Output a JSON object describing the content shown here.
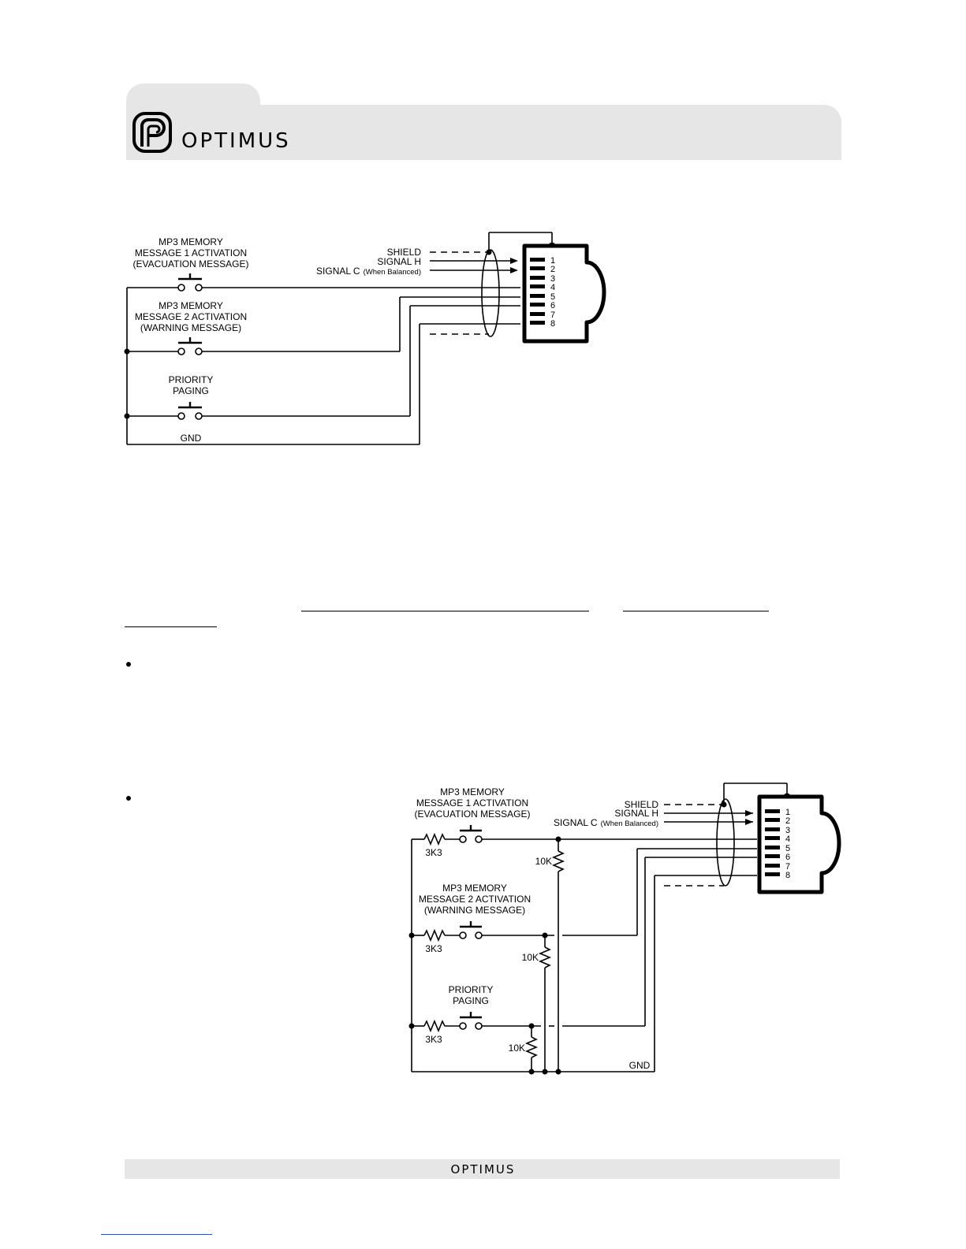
{
  "header": {
    "brand": "OPTIMUS",
    "logo_icon": "optimus-logo-icon"
  },
  "footer": {
    "brand": "OPTIMUS"
  },
  "diagram1": {
    "buttons": [
      {
        "label_lines": [
          "MP3 MEMORY",
          "MESSAGE 1 ACTIVATION",
          "(EVACUATION MESSAGE)"
        ]
      },
      {
        "label_lines": [
          "MP3 MEMORY",
          "MESSAGE 2 ACTIVATION",
          "(WARNING MESSAGE)"
        ]
      },
      {
        "label_lines": [
          "PRIORITY",
          "PAGING"
        ]
      }
    ],
    "gnd_label": "GND",
    "signals": {
      "shield": "SHIELD",
      "signal_h": "SIGNAL H",
      "signal_c": "SIGNAL C",
      "signal_c_note": "(When Balanced)"
    },
    "pins": [
      "1",
      "2",
      "3",
      "4",
      "5",
      "6",
      "7",
      "8"
    ]
  },
  "diagram2": {
    "buttons": [
      {
        "label_lines": [
          "MP3 MEMORY",
          "MESSAGE 1 ACTIVATION",
          "(EVACUATION MESSAGE)"
        ],
        "series_resistor": "3K3",
        "pullup_resistor": "10K"
      },
      {
        "label_lines": [
          "MP3 MEMORY",
          "MESSAGE 2 ACTIVATION",
          "(WARNING MESSAGE)"
        ],
        "series_resistor": "3K3",
        "pullup_resistor": "10K"
      },
      {
        "label_lines": [
          "PRIORITY",
          "PAGING"
        ],
        "series_resistor": "3K3",
        "pullup_resistor": "10K"
      }
    ],
    "gnd_label": "GND",
    "signals": {
      "shield": "SHIELD",
      "signal_h": "SIGNAL H",
      "signal_c": "SIGNAL C",
      "signal_c_note": "(When Balanced)"
    },
    "pins": [
      "1",
      "2",
      "3",
      "4",
      "5",
      "6",
      "7",
      "8"
    ]
  }
}
